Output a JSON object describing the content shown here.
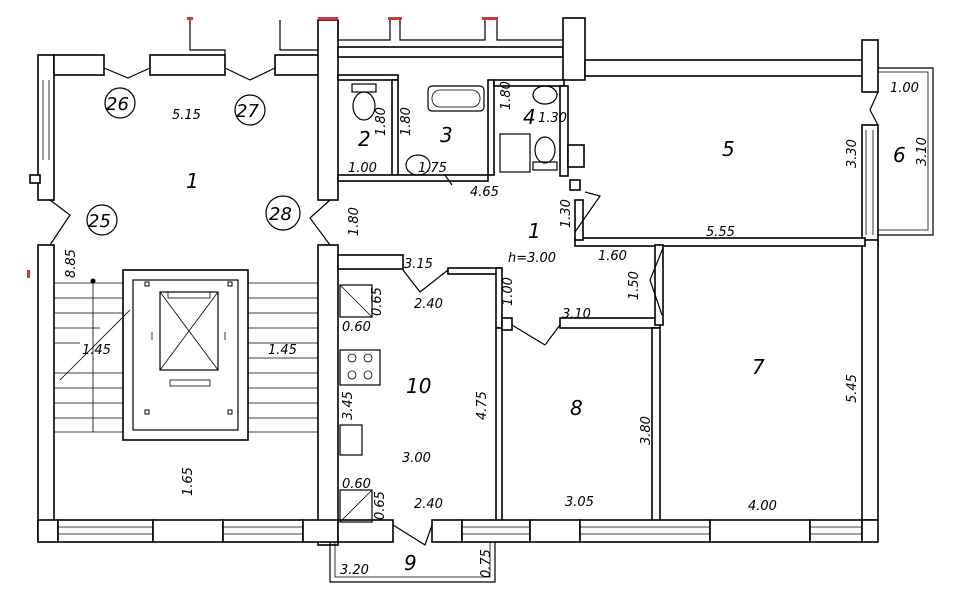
{
  "rooms": {
    "r1_left": "1",
    "r1_center": "1",
    "r2": "2",
    "r3": "3",
    "r4": "4",
    "r5": "5",
    "r6": "6",
    "r7": "7",
    "r8": "8",
    "r9": "9",
    "r10": "10"
  },
  "circled": [
    "26",
    "27",
    "25",
    "28"
  ],
  "ceiling": "h=3.00",
  "dims": {
    "d515": "5.15",
    "d180a": "1.80",
    "d180b": "1.80",
    "d180c": "1.80",
    "d100a": "1.00",
    "d175": "1.75",
    "d130a": "1.30",
    "d465": "4.65",
    "d180d": "1.80",
    "d130b": "1.30",
    "d100b": "1.00",
    "d330": "3.30",
    "d310a": "3.10",
    "d555": "5.55",
    "d160": "1.60",
    "d150": "1.50",
    "d885": "8.85",
    "d315": "3.15",
    "d065a": "0.65",
    "d240a": "2.40",
    "d100c": "1.00",
    "d310b": "3.10",
    "d060a": "0.60",
    "d145a": "1.45",
    "d145b": "1.45",
    "d345": "3.45",
    "d475": "4.75",
    "d380": "3.80",
    "d545": "5.45",
    "d300": "3.00",
    "d165": "1.65",
    "d060b": "0.60",
    "d065b": "0.65",
    "d240b": "2.40",
    "d305": "3.05",
    "d400": "4.00",
    "d320": "3.20",
    "d075": "0.75"
  }
}
